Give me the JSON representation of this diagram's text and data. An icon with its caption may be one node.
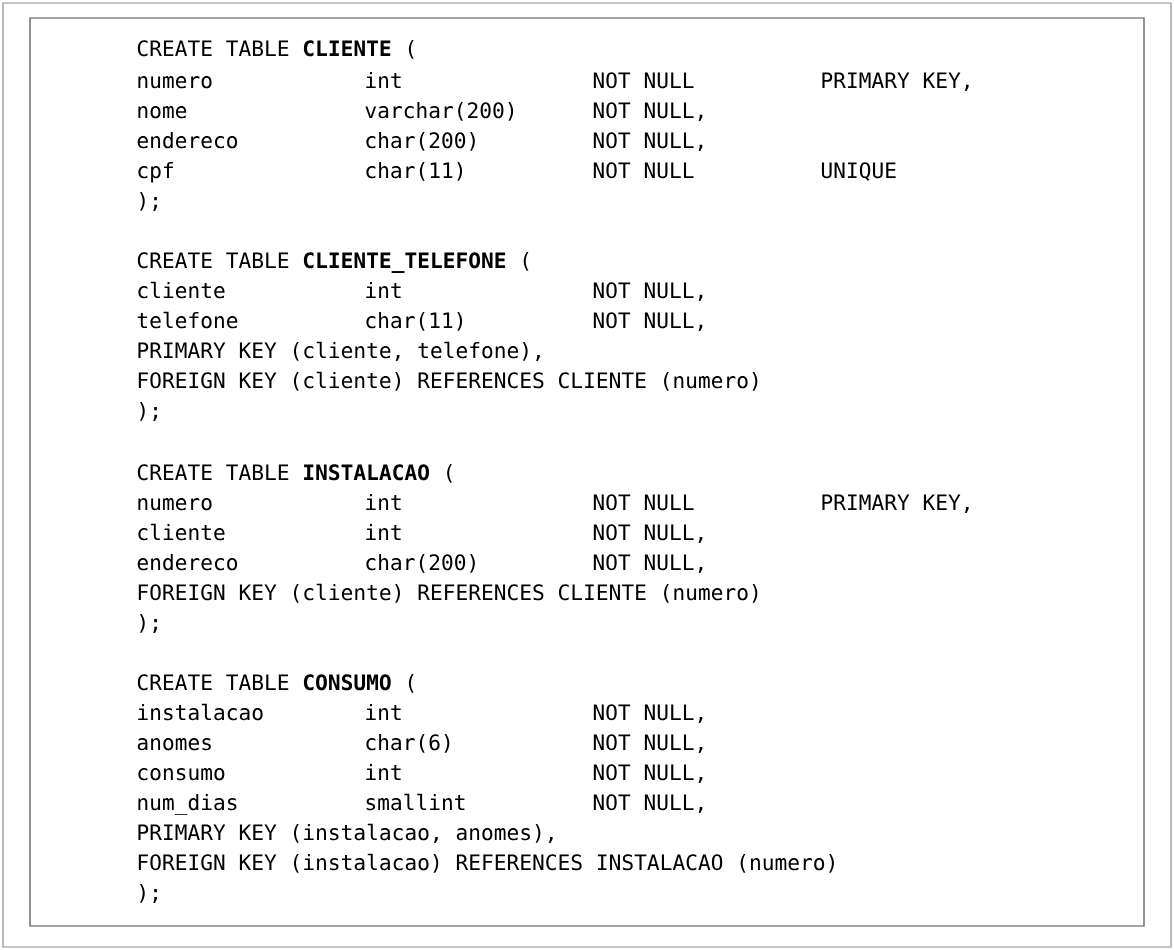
{
  "diagram": {
    "labels": [
      "CREATE TABLE **CLIENTE** (",
      "numero",
      "int",
      "NOT NULL",
      "PRIMARY KEY,",
      "nome",
      "varchar(200)",
      "NOT NULL,",
      "endereco",
      "char(200)",
      "NOT NULL,",
      "cpf",
      "char(11)",
      "NOT NULL",
      "UNIQUE",
      ");",
      "CREATE TABLE **CLIENTE_TELEFONE** (",
      "cliente",
      "int",
      "NOT NULL,",
      "telefone",
      "char(11)",
      "NOT NULL,",
      "PRIMARY KEY (cliente, telefone),",
      "FOREIGN KEY (cliente) REFERENCES CLIENTE (numero)",
      ");",
      "CREATE TABLE **INSTALACAO** (",
      "numero",
      "int",
      "NOT NULL",
      "PRIMARY KEY,",
      "cliente",
      "int",
      "NOT NULL,",
      "endereco",
      "char(200)",
      "NOT NULL,",
      "FOREIGN KEY (cliente) REFERENCES CLIENTE (numero)",
      ");",
      "CREATE TABLE **CONSUMO** (",
      "instalacao",
      "int",
      "NOT NULL,",
      "anomes",
      "char(6)",
      "NOT NULL,",
      "consumo",
      "int",
      "NOT NULL,",
      "num_dias",
      "smallint",
      "NOT NULL,",
      "PRIMARY KEY (instalacao, anomes),",
      "FOREIGN KEY (instalacao) REFERENCES INSTALACAO (numero)",
      ");"
    ]
  }
}
